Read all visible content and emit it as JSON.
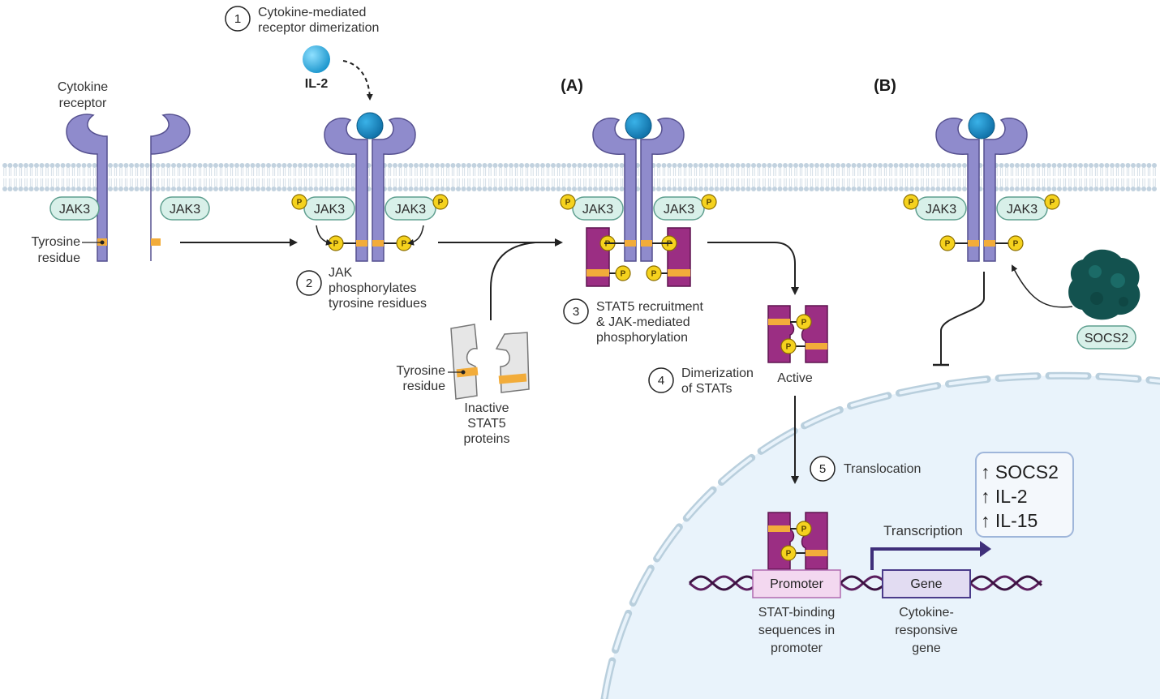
{
  "labels": {
    "cytokine_receptor": [
      "Cytokine",
      "receptor"
    ],
    "tyrosine_residue": [
      "Tyrosine",
      "residue"
    ],
    "il2": "IL-2",
    "panel_a": "(A)",
    "panel_b": "(B)",
    "jak3": "JAK3",
    "p": "P",
    "inactive_stat5": [
      "Inactive",
      "STAT5",
      "proteins"
    ],
    "active": "Active",
    "socs2": "SOCS2",
    "promoter": "Promoter",
    "gene": "Gene",
    "transcription": "Transcription",
    "stat_binding": [
      "STAT-binding",
      "sequences in",
      "promoter"
    ],
    "cytokine_gene": [
      "Cytokine-",
      "responsive",
      "gene"
    ]
  },
  "steps": [
    {
      "num": "1",
      "lines": [
        "Cytokine-mediated",
        "receptor dimerization"
      ]
    },
    {
      "num": "2",
      "lines": [
        "JAK",
        "phosphorylates",
        "tyrosine residues"
      ]
    },
    {
      "num": "3",
      "lines": [
        "STAT5 recruitment",
        "& JAK-mediated",
        "phosphorylation"
      ]
    },
    {
      "num": "4",
      "lines": [
        "Dimerization",
        "of STATs"
      ]
    },
    {
      "num": "5",
      "lines": [
        "Translocation"
      ]
    }
  ],
  "upregulated": [
    "↑ SOCS2",
    "↑ IL-2",
    "↑ IL-15"
  ],
  "colors": {
    "receptor": "#8f8bcc",
    "receptor_stroke": "#55508f",
    "jak_fill": "#d8f0e9",
    "jak_stroke": "#5f9f8f",
    "phospho": "#f5d21e",
    "tyrosine": "#f2ac3a",
    "stat": "#9b2e83",
    "il2": "#2bb3e6",
    "socs2": "#13524f",
    "nucleus": "#e9f3fb",
    "nuclear_envelope": "#b9cfdd"
  }
}
